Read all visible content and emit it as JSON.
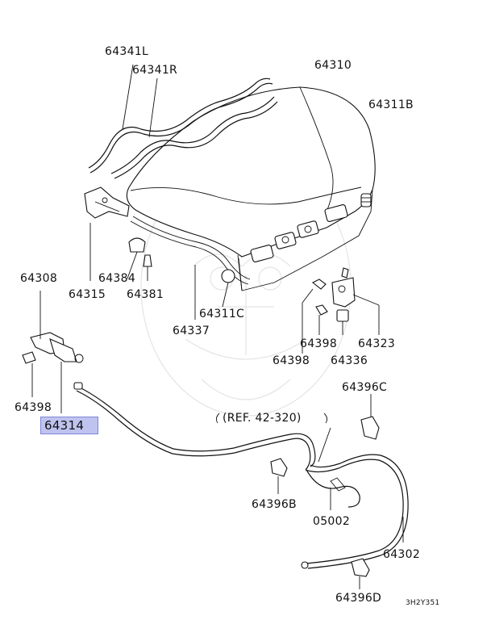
{
  "diagram": {
    "labels": {
      "p64341L": "64341L",
      "p64341R": "64341R",
      "p64310": "64310",
      "p64311B": "64311B",
      "p64308": "64308",
      "p64384": "64384",
      "p64315": "64315",
      "p64381": "64381",
      "p64311C": "64311C",
      "p64337": "64337",
      "p64398_left": "64398",
      "p64314": "64314",
      "p64398_right": "64398",
      "p64336": "64336",
      "p64323": "64323",
      "p64398_center": "64398",
      "p64396C": "64396C",
      "ref": "(REF. 42-320)",
      "p64396B": "64396B",
      "p05002": "05002",
      "p64302": "64302",
      "p64396D": "64396D",
      "code": "3H2Y351"
    },
    "highlighted_part": "64314",
    "highlight_color": "#bfc3ef"
  }
}
